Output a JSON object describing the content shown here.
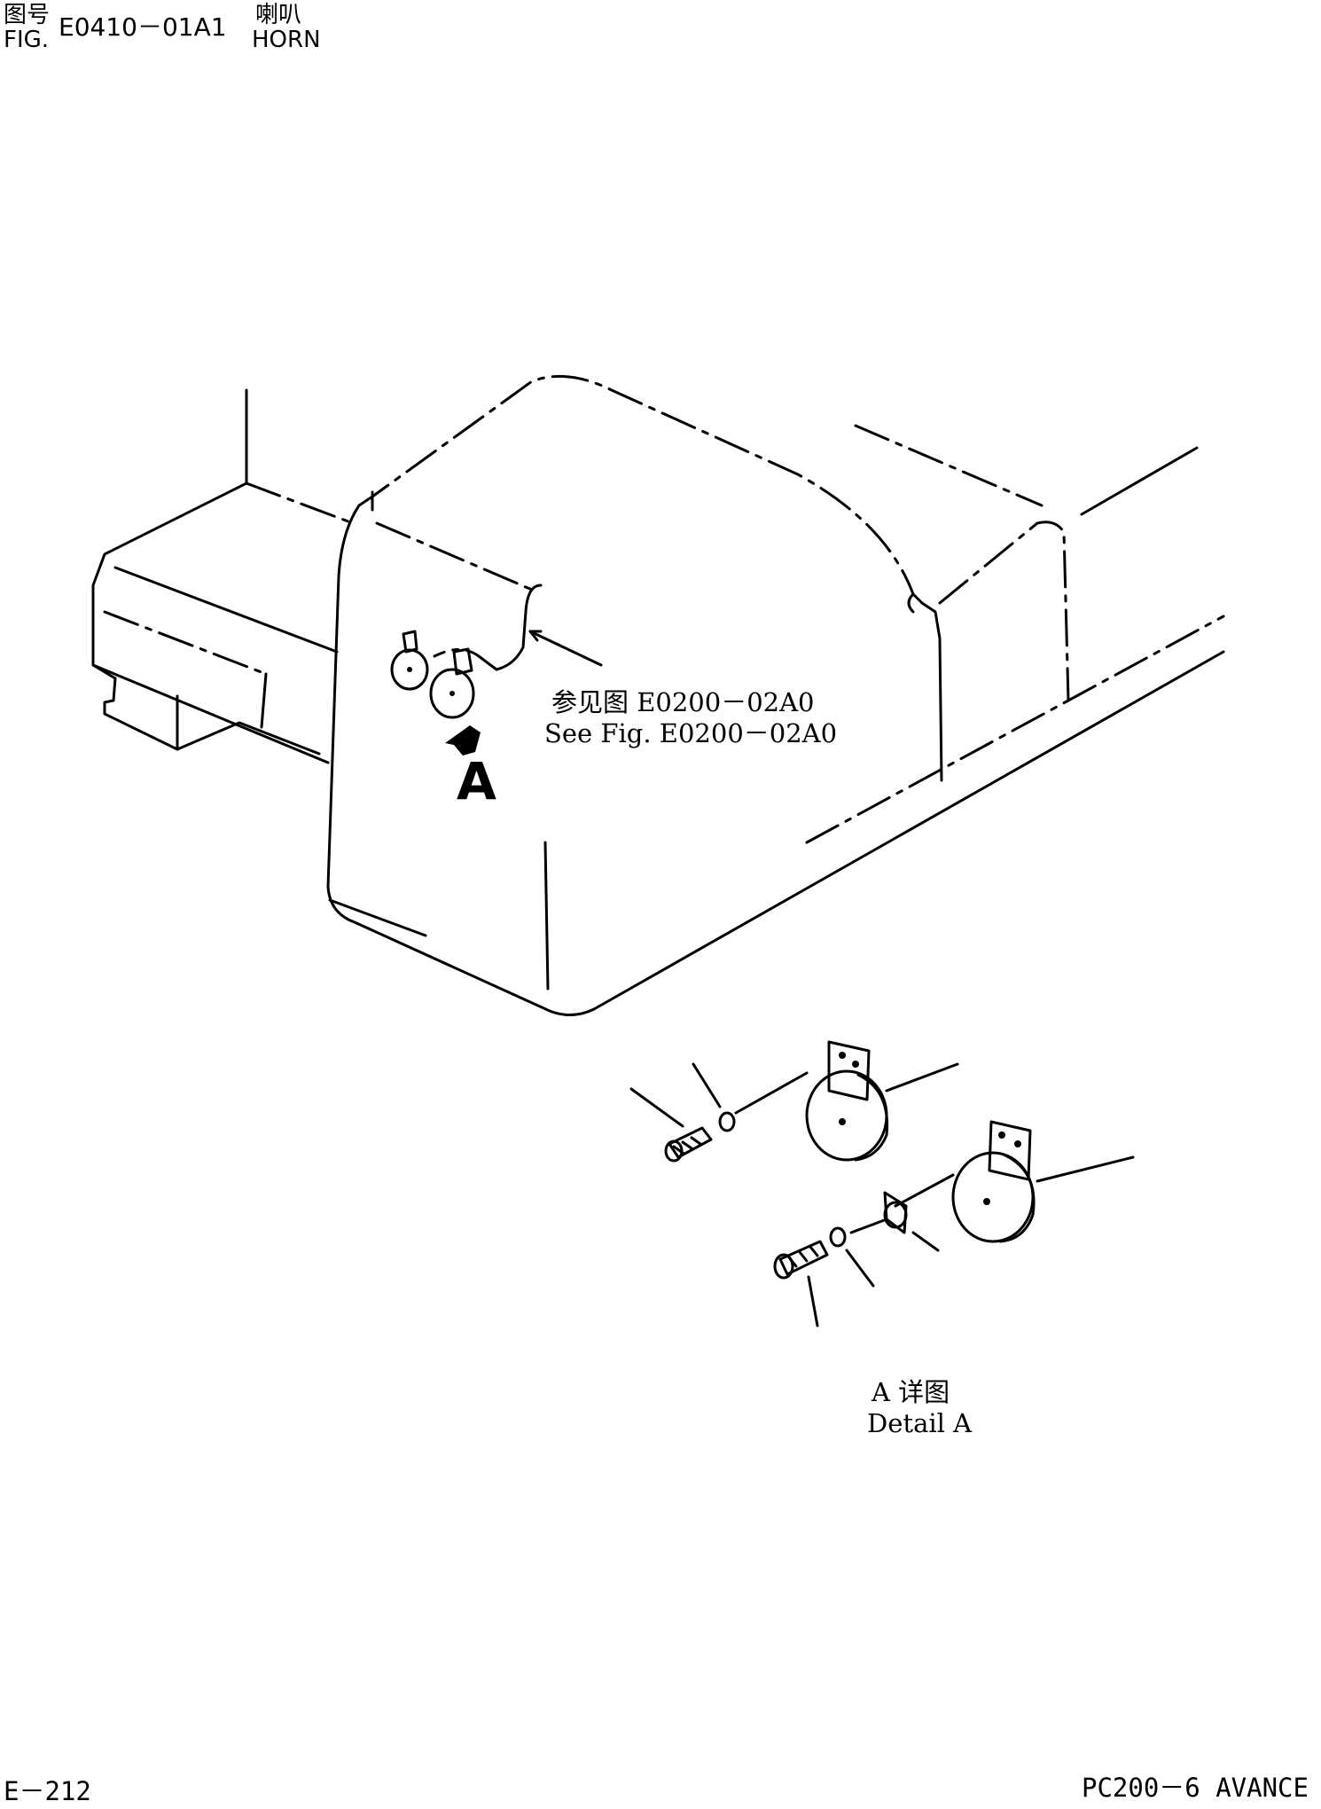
{
  "header": {
    "fig_label_cn": "图号",
    "fig_label_en": "FIG.",
    "fig_number": "E0410－01A1",
    "title_cn": "喇叭",
    "title_en": "HORN"
  },
  "reference": {
    "line_cn": "参见图 E0200－02A0",
    "line_en": "See Fig. E0200－02A0"
  },
  "callout": "A",
  "detail": {
    "label_cn": "A 详图",
    "label_en": "Detail A"
  },
  "footer": {
    "page": "E－212",
    "model": "PC200－6 AVANCE"
  }
}
